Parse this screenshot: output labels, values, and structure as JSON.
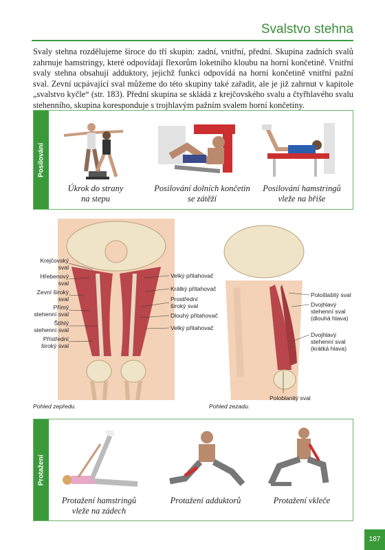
{
  "header": {
    "title": "Svalstvo stehna"
  },
  "intro": "Svaly stehna rozdělujeme široce do tří skupin: zadní, vnitřní, přední. Skupina zadních svalů zahrnuje hamstringy, které odpovídají flexorům loketního kloubu na horní končetině. Vnitřní svaly stehna obsahují adduktory, jejichž funkci odpovídá na horní končetině vnitřní pažní sval. Zevní ucpávající sval můžeme do této skupiny také zařadit, ale je již zahrnut v kapitole „svalstvo kyčle“ (str. 183). Přední skupina se skládá z krejčovského svalu a čtyřhlavého svalu stehenního, skupina koresponduje s trojhlavým pažním svalem horní končetiny.",
  "posilovani": {
    "tag": "Posilování",
    "items": [
      {
        "line1": "Úkrok do strany",
        "line2": "na stepu"
      },
      {
        "line1": "Posilování dolních končetin",
        "line2": "se zátěží"
      },
      {
        "line1": "Posilování hamstringů",
        "line2": "vleže na břiše"
      }
    ]
  },
  "anatomy": {
    "front_view": "Pohled zepředu.",
    "back_view": "Pohled zezadu.",
    "left_labels": [
      "Krejčovský\nsval",
      "Hřebenový\nsval",
      "Zevní široký\nsval",
      "Přímý\nstehenní sval",
      "Štíhlý\nstehenní sval",
      "Přístřední\nširoký sval"
    ],
    "mid_labels": [
      "Velký přitahovač",
      "Krátký přitahovač",
      "Prostřední\nširoký sval",
      "Dlouhý přitahovač",
      "Velký přitahovač"
    ],
    "right_labels": [
      "Pološlašitý sval",
      "Dvojhlavý\nstehenní sval\n(dlouhá hlava)",
      "Dvojhlavý\nstehenní sval\n(krátká hlava)"
    ],
    "bottom_label": "Poloblanitý sval"
  },
  "protazeni": {
    "tag": "Protažení",
    "items": [
      {
        "line1": "Protažení hamstringů",
        "line2": "vleže na zádech"
      },
      {
        "line1": "Protažení adduktorů",
        "line2": ""
      },
      {
        "line1": "Protažení vkleče",
        "line2": ""
      }
    ]
  },
  "page_number": "187",
  "colors": {
    "accent": "#3a9a3a",
    "muscle": "#b8464a",
    "skin": "#f0c8a8"
  }
}
